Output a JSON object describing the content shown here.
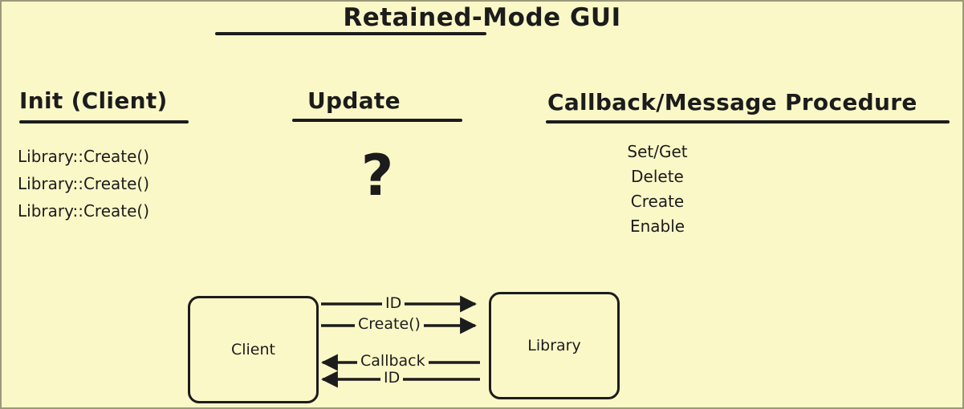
{
  "title": "Retained-Mode GUI",
  "colors": {
    "background": "#fbf8c8",
    "ink": "#1c1c1c",
    "canvas_border": "#9a9a7a"
  },
  "columns": {
    "init": {
      "heading": "Init (Client)",
      "items": [
        "Library::Create()",
        "Library::Create()",
        "Library::Create()"
      ]
    },
    "update": {
      "heading": "Update",
      "content": "?"
    },
    "callback": {
      "heading": "Callback/Message Procedure",
      "items": [
        "Set/Get",
        "Delete",
        "Create",
        "Enable"
      ]
    }
  },
  "diagram": {
    "nodes": {
      "client": "Client",
      "library": "Library"
    },
    "arrows": [
      {
        "label": "ID",
        "direction": "right"
      },
      {
        "label": "Create()",
        "direction": "right"
      },
      {
        "label": "Callback",
        "direction": "left"
      },
      {
        "label": "ID",
        "direction": "left"
      }
    ]
  }
}
